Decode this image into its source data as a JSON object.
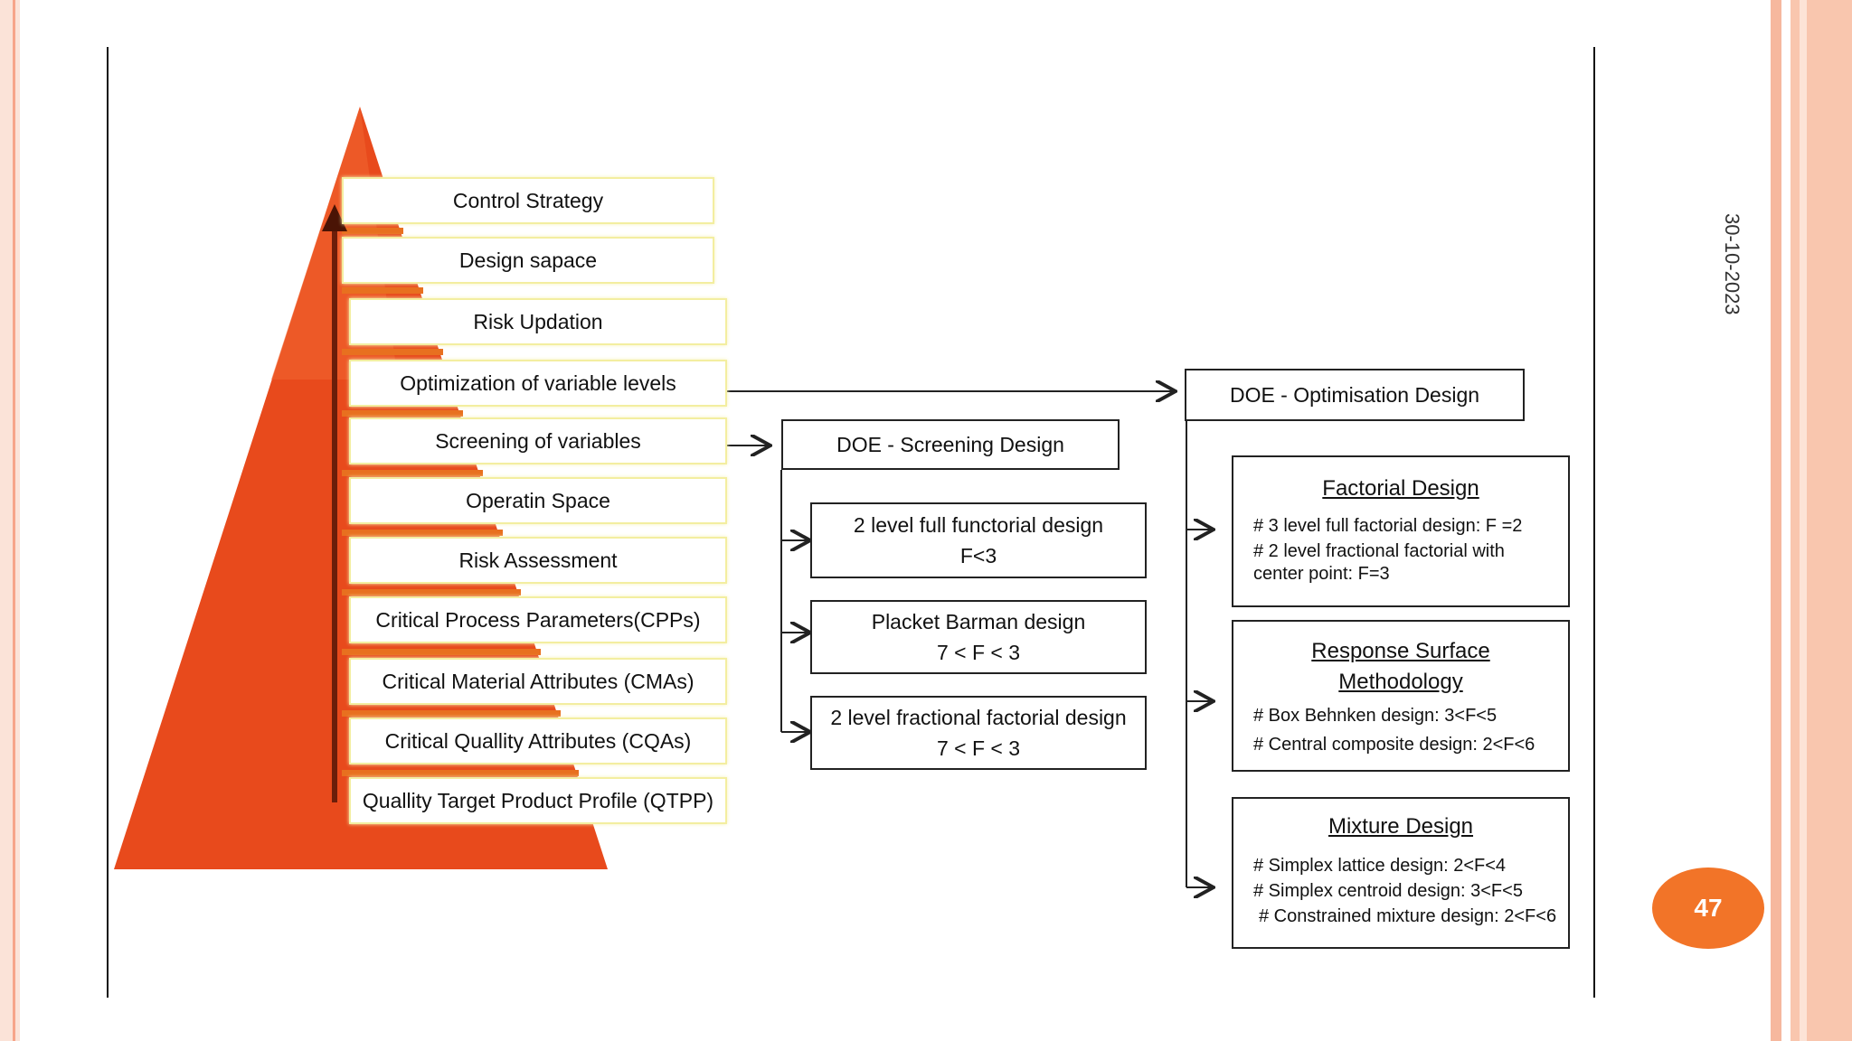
{
  "slide": {
    "date": "30-10-2023",
    "page_number": "47",
    "colors": {
      "accent": "#f27428",
      "border_salmon": "#f6b89e",
      "pyramid": "#e84a1c"
    }
  },
  "pyramid": {
    "steps": [
      "Control Strategy",
      "Design sapace",
      "Risk Updation",
      "Optimization of variable levels",
      "Screening of variables",
      "Operatin Space",
      "Risk Assessment",
      "Critical Process Parameters(CPPs)",
      "Critical Material Attributes (CMAs)",
      "Critical Quallity Attributes (CQAs)",
      "Quallity Target Product Profile (QTPP)"
    ]
  },
  "screening": {
    "title": "DOE - Screening Design",
    "designs": [
      {
        "line1": "2 level full functorial design",
        "line2": "F<3"
      },
      {
        "line1": "Placket Barman design",
        "line2": "7 < F < 3"
      },
      {
        "line1": "2 level fractional factorial design",
        "line2": "7 < F < 3"
      }
    ]
  },
  "optimisation": {
    "title": "DOE - Optimisation Design",
    "factorial": {
      "title": "Factorial Design",
      "items": [
        "# 3 level full factorial design: F =2",
        "# 2 level fractional factorial with",
        "center point: F=3"
      ]
    },
    "response_surface": {
      "title_line1": "Response Surface",
      "title_line2": "Methodology",
      "items": [
        "# Box Behnken design: 3<F<5",
        "# Central composite design: 2<F<6"
      ]
    },
    "mixture": {
      "title": "Mixture Design",
      "items": [
        "# Simplex lattice design: 2<F<4",
        "# Simplex centroid design: 3<F<5",
        "# Constrained mixture design: 2<F<6"
      ]
    }
  }
}
